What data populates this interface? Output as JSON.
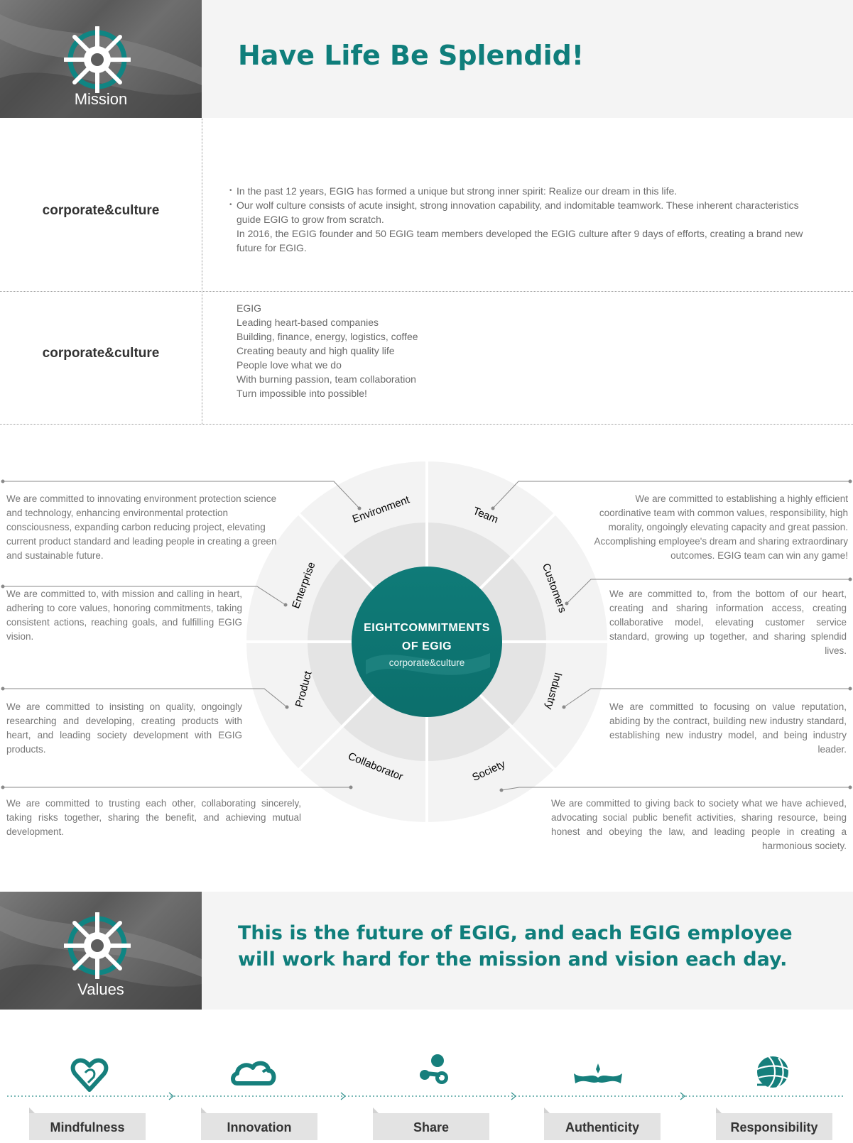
{
  "mission": {
    "panel_label": "Mission",
    "headline": "Have Life Be Splendid!"
  },
  "culture_rows": [
    {
      "label": "corporate&culture",
      "bullets": [
        "In the past 12 years, EGIG has formed a unique but strong inner spirit: Realize our dream in this life.",
        "Our wolf culture consists of acute insight, strong innovation capability, and indomitable teamwork. These inherent characteristics"
      ],
      "continuation": [
        "guide EGIG to grow from scratch.",
        "In 2016, the EGIG founder and 50 EGIG team members developed the EGIG culture after 9 days of efforts, creating a brand new",
        "future for EGIG."
      ]
    },
    {
      "label": "corporate&culture",
      "lines": [
        "EGIG",
        "Leading heart-based companies",
        "Building, finance, energy, logistics, coffee",
        "Creating beauty and high quality life",
        "People love what we do",
        "With burning passion, team collaboration",
        "Turn impossible into possible!"
      ]
    }
  ],
  "wheel": {
    "center_title_line1": "EIGHTCOMMITMENTS",
    "center_title_line2": "OF EGIG",
    "center_subtitle": "corporate&culture",
    "accent_color": "#0f7b78",
    "segments": [
      "Environment",
      "Team",
      "Customers",
      "Industry",
      "Society",
      "Collaborator",
      "Product",
      "Enterprise"
    ]
  },
  "commitments": {
    "environment": "We are committed to innovating environment protection science and technology, enhancing environmental protection consciousness, expanding carbon reducing project, elevating current product standard and leading people in creating a green and sustainable future.",
    "enterprise": "We are committed to, with mission and calling in heart, adhering to core values, honoring commitments, taking consistent actions, reaching goals, and fulfilling EGIG vision.",
    "product": "We are committed to insisting on quality, ongoingly researching and developing, creating products with heart, and leading society development with EGIG products.",
    "collaborator": "We are committed to trusting each other, collaborating sincerely, taking risks together, sharing the benefit, and achieving mutual development.",
    "team": "We are committed to establishing a highly efficient coordinative team with common values, responsibility, high morality, ongoingly elevating capacity and great passion. Accomplishing employee's dream and sharing extraordinary outcomes. EGIG team can win any game!",
    "customers": "We are committed to, from the bottom of our heart,  creating and sharing information access, creating collaborative model, elevating customer service standard, growing up together, and sharing splendid lives.",
    "industry": "We are committed to focusing on value reputation, abiding by the contract, building new industry standard, establishing new industry model, and being industry leader.",
    "society": "We are committed to giving back to society what we have achieved, advocating social public benefit activities, sharing resource, being honest and  obeying the law, and leading people in creating a harmonious society."
  },
  "values": {
    "panel_label": "Values",
    "headline_line1": "This is the future of EGIG, and each EGIG employee",
    "headline_line2": "will work hard for the mission and vision each day.",
    "items": [
      {
        "label": "Mindfulness",
        "icon": "heart-icon"
      },
      {
        "label": "Innovation",
        "icon": "cloud-icon"
      },
      {
        "label": "Share",
        "icon": "share-icon"
      },
      {
        "label": "Authenticity",
        "icon": "crown-icon"
      },
      {
        "label": "Responsibility",
        "icon": "globe-icon"
      }
    ]
  }
}
